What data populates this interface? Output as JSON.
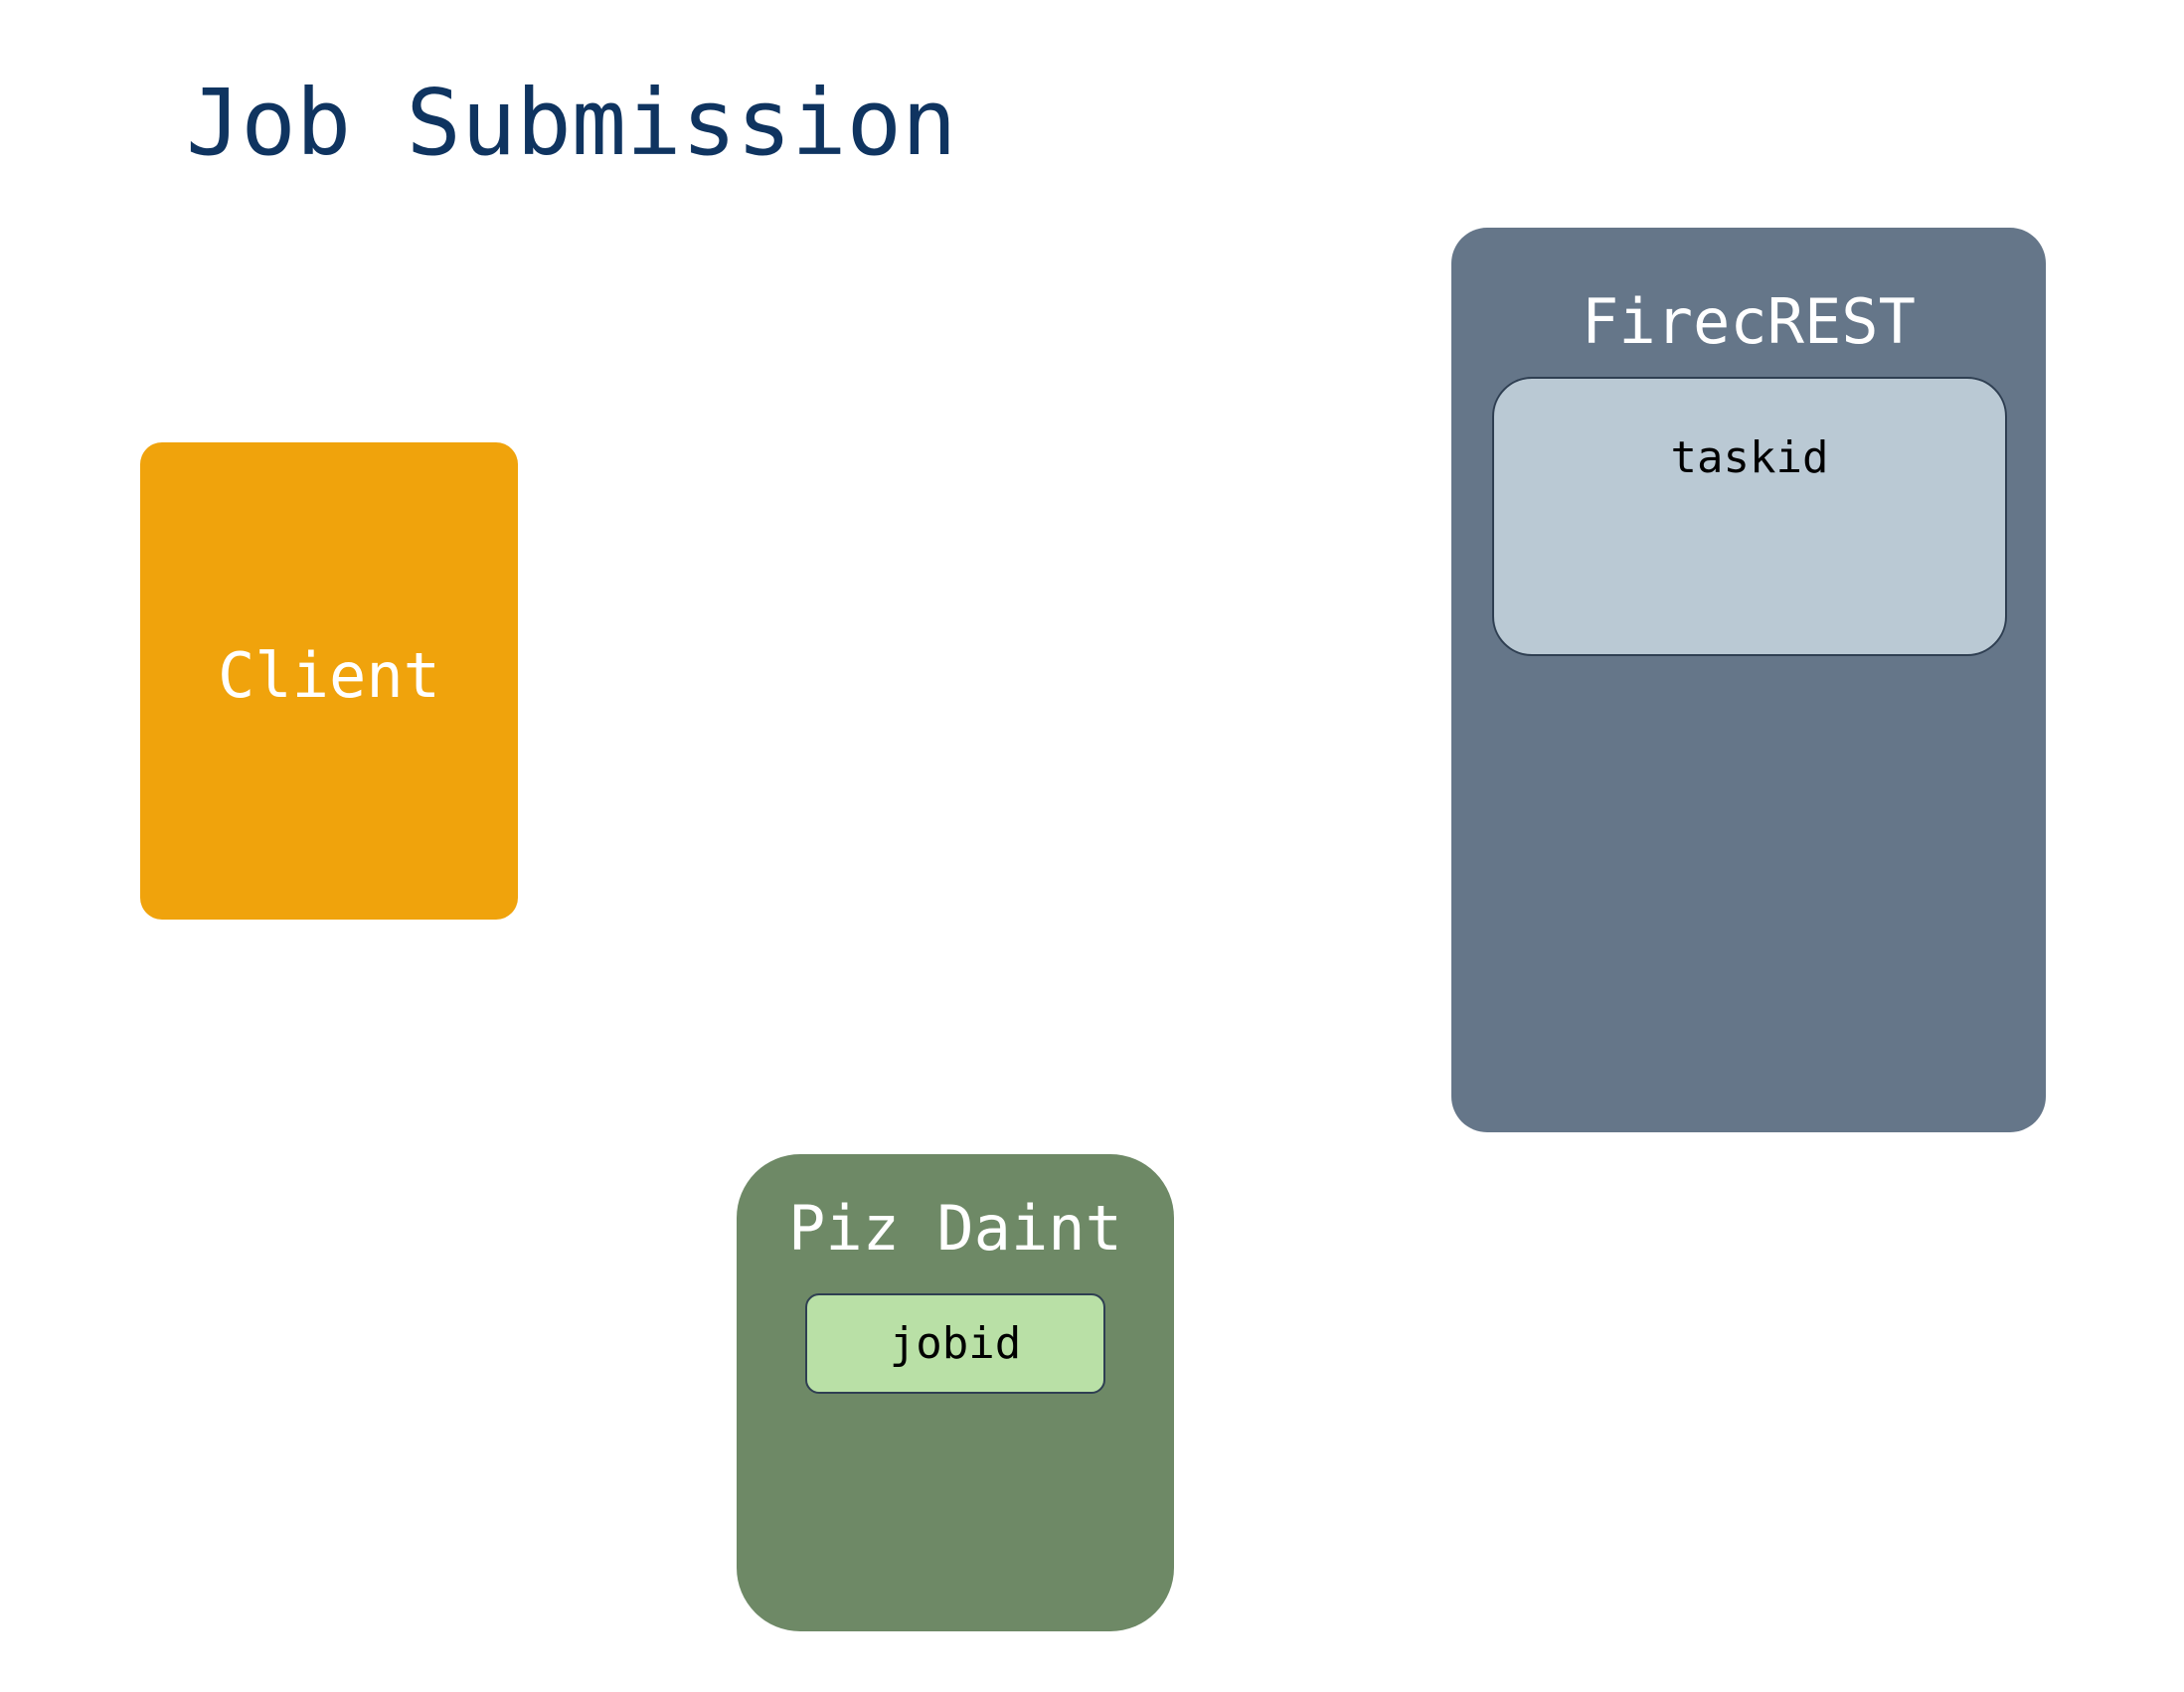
{
  "title": "Job Submission",
  "colors": {
    "title": "#0f3460",
    "client": "#f0a30c",
    "firecrest": "#657689",
    "taskid": "#bac9d4",
    "pizdaint": "#6e8966",
    "jobid": "#b9e0a6"
  },
  "nodes": {
    "client": {
      "label": "Client"
    },
    "firecrest": {
      "label": "FirecREST",
      "inner": {
        "label": "taskid"
      }
    },
    "pizdaint": {
      "label": "Piz Daint",
      "inner": {
        "label": "jobid"
      }
    }
  }
}
